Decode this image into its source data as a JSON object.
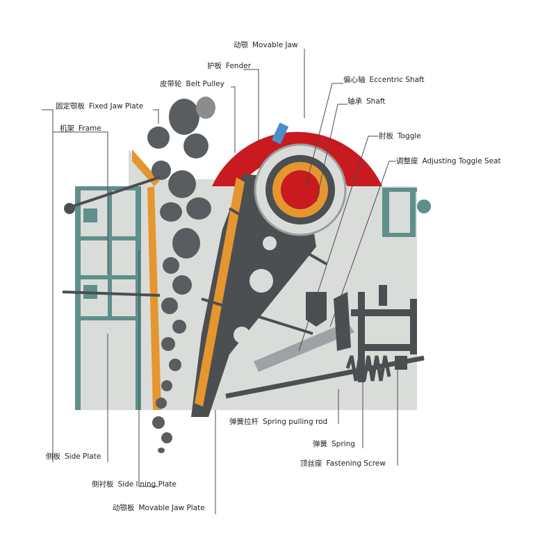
{
  "labels": {
    "movable_jaw": {
      "zh": "动颚",
      "en": "Movable Jaw"
    },
    "fender": {
      "zh": "护板",
      "en": "Fender"
    },
    "belt_pulley": {
      "zh": "皮带轮",
      "en": "Belt Pulley"
    },
    "fixed_jaw_plate": {
      "zh": "固定颚板",
      "en": "Fixed Jaw Plate"
    },
    "frame": {
      "zh": "机架",
      "en": "Frame"
    },
    "eccentric_shaft": {
      "zh": "偏心轴",
      "en": "Eccentric Shaft"
    },
    "shaft": {
      "zh": "轴承",
      "en": "Shaft"
    },
    "toggle": {
      "zh": "肘板",
      "en": "Toggle"
    },
    "adjusting_toggle_seat": {
      "zh": "调整座",
      "en": "Adjusting Toggle Seat"
    },
    "spring_pulling_rod": {
      "zh": "弹簧拉杆",
      "en": "Spring pulling rod"
    },
    "spring": {
      "zh": "弹簧",
      "en": "Spring"
    },
    "fastening_screw": {
      "zh": "顶丝座",
      "en": "Fastening Screw"
    },
    "side_plate": {
      "zh": "侧板",
      "en": "Side Plate"
    },
    "side_lining_plate": {
      "zh": "侧衬板",
      "en": "Side lining Plate"
    },
    "movable_jaw_plate": {
      "zh": "动颚板",
      "en": "Movable Jaw Plate"
    }
  },
  "colors": {
    "body": "#d9dcd9",
    "teal": "#5f8f8b",
    "dark": "#4b4f52",
    "orange": "#e5962f",
    "red": "#c81a1f",
    "rock": "#5a5d60"
  }
}
